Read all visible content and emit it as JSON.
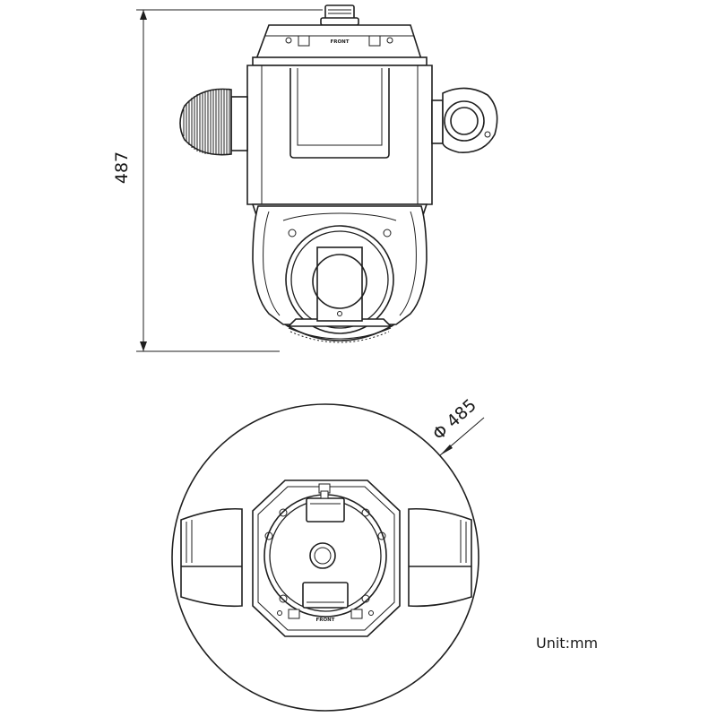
{
  "colors": {
    "line": "#1f1f1f",
    "text": "#1a1a1a",
    "background": "#ffffff"
  },
  "front_view": {
    "height_dimension": "487",
    "top_logo": "FRONT"
  },
  "top_view": {
    "diameter_dimension": "Φ 485",
    "bottom_logo": "FRONT"
  },
  "unit_label": "Unit:mm"
}
